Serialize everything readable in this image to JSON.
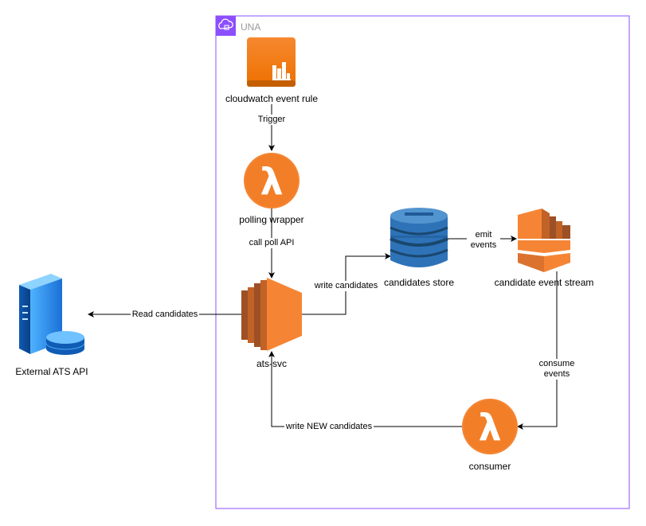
{
  "group": {
    "label": "UNA",
    "border_color": "#8c4fff",
    "icon": "cloud-lock-icon"
  },
  "nodes": {
    "cloudwatch": {
      "label": "cloudwatch event rule",
      "icon": "cloudwatch-icon"
    },
    "polling": {
      "label": "polling wrapper",
      "icon": "lambda-icon"
    },
    "ats_svc": {
      "label": "ats-svc",
      "icon": "ec2-icon"
    },
    "store": {
      "label": "candidates store",
      "icon": "dynamodb-icon"
    },
    "stream": {
      "label": "candidate event stream",
      "icon": "kinesis-icon"
    },
    "consumer": {
      "label": "consumer",
      "icon": "lambda-icon"
    },
    "external": {
      "label": "External ATS API",
      "icon": "server-database-icon"
    }
  },
  "edges": {
    "trigger": "Trigger",
    "call_poll": "call poll API",
    "write_candidates": "write candidates",
    "emit_events_line1": "emit",
    "emit_events_line2": "events",
    "read_candidates": "Read candidates",
    "consume_events_line1": "consume",
    "consume_events_line2": "events",
    "write_new": "write NEW candidates"
  },
  "colors": {
    "aws_orange": "#ed7100",
    "orange_light": "#f58534",
    "dynamo_blue": "#2e73b8",
    "server_blue": "#1e90ff"
  }
}
